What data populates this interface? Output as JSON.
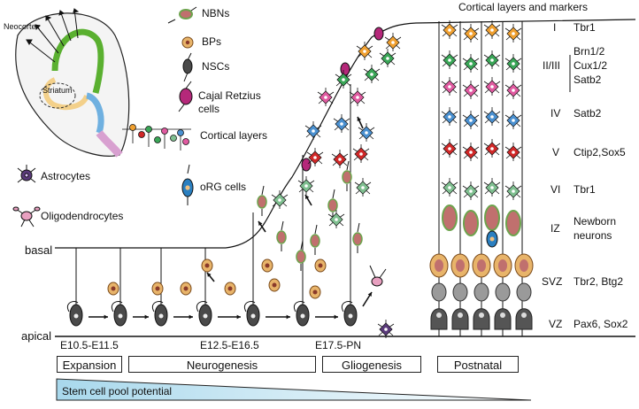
{
  "diagram": {
    "brain": {
      "neocortex": "Neocortex",
      "striatum": "Striatum"
    },
    "legend": [
      {
        "key": "nbn",
        "label": "NBNs"
      },
      {
        "key": "bp",
        "label": "BPs"
      },
      {
        "key": "nsc",
        "label": "NSCs"
      },
      {
        "key": "cajal1",
        "label": "Cajal Retzius"
      },
      {
        "key": "cajal2",
        "label": "cells"
      },
      {
        "key": "layers",
        "label": "Cortical layers"
      },
      {
        "key": "org",
        "label": "oRG cells"
      },
      {
        "key": "astro",
        "label": "Astrocytes"
      },
      {
        "key": "oligo",
        "label": "Oligodendrocytes"
      }
    ],
    "axis": {
      "basal": "basal",
      "apical": "apical"
    },
    "stages": {
      "e10": "E10.5-E11.5",
      "e12": "E12.5-E16.5",
      "e17": "E17.5-PN"
    },
    "phases": [
      "Expansion",
      "Neurogenesis",
      "Gliogenesis",
      "Postnatal"
    ],
    "stem_pool": "Stem cell pool potential",
    "layers_title": "Cortical layers and markers",
    "layers": [
      {
        "name": "I",
        "markers": [
          "Tbr1"
        ]
      },
      {
        "name": "II/III",
        "markers": [
          "Brn1/2",
          "Cux1/2",
          "Satb2"
        ]
      },
      {
        "name": "IV",
        "markers": [
          "Satb2"
        ]
      },
      {
        "name": "V",
        "markers": [
          "Ctip2,Sox5"
        ]
      },
      {
        "name": "VI",
        "markers": [
          "Tbr1"
        ]
      },
      {
        "name": "IZ",
        "markers": [
          "Newborn",
          "neurons"
        ]
      },
      {
        "name": "SVZ",
        "markers": [
          "Tbr2, Btg2"
        ]
      },
      {
        "name": "VZ",
        "markers": [
          "Pax6, Sox2"
        ]
      }
    ],
    "colors": {
      "nsc": "#4a4a4a",
      "bp": "#e8b46a",
      "nbn_body": "#c0706e",
      "nbn_rim": "#6da34d",
      "cajal": "#b5287a",
      "layer1": "#f0a030",
      "layer23_green": "#3aa657",
      "layer23_pink": "#e05aa0",
      "layer4": "#4a90d0",
      "layer5": "#d02828",
      "layer6": "#7fbf90",
      "astro": "#5a3a7a",
      "oligo": "#e8a0c0",
      "org": "#2a7fc0",
      "striatum": "#f3d08a",
      "ventricle": "#6fb0e0",
      "cortex_green": "#5ab030",
      "pool_gradient_start": "#a8d8ec"
    }
  }
}
